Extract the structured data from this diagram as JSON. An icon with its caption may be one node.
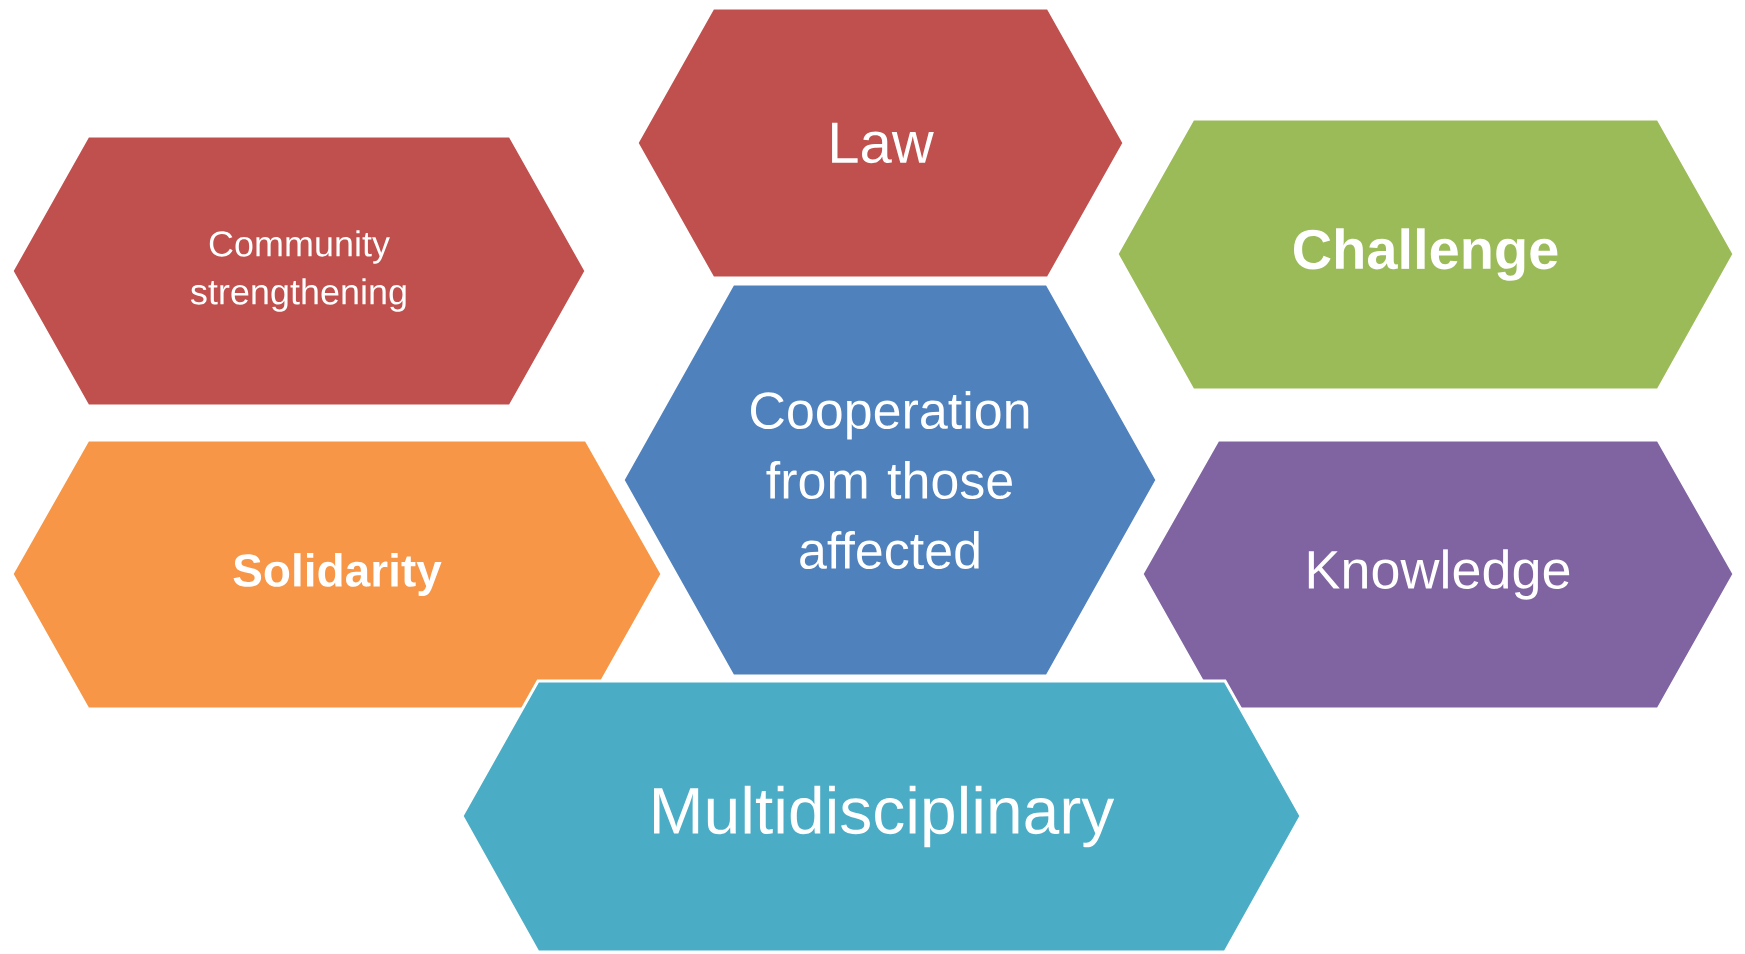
{
  "diagram": {
    "nodes": [
      {
        "text": [
          "Law"
        ]
      },
      {
        "text": [
          "Community strengthening"
        ]
      },
      {
        "text": [
          "Challenge"
        ]
      },
      {
        "text": [
          "Cooperation from those affected"
        ]
      },
      {
        "text": [
          "Solidarity"
        ]
      },
      {
        "text": [
          "Knowledge"
        ]
      },
      {
        "text": [
          "Multidisciplinary"
        ]
      }
    ]
  }
}
